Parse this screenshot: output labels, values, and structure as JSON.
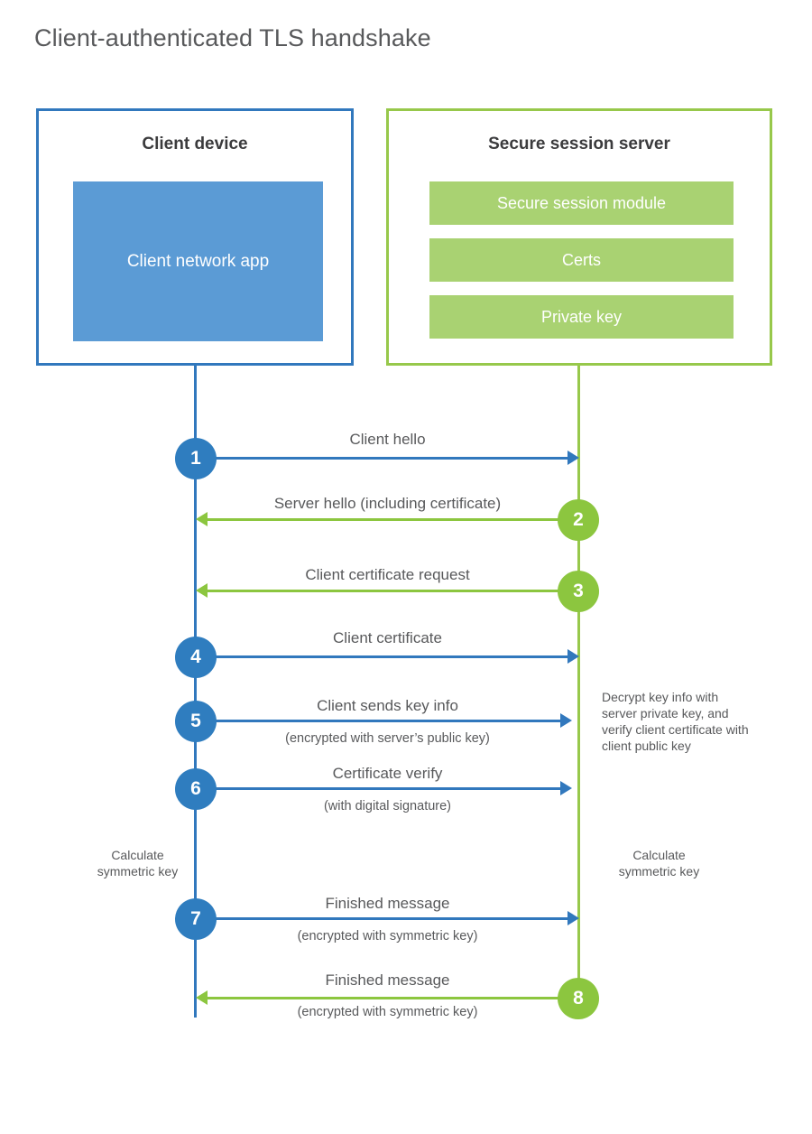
{
  "title": "Client-authenticated TLS handshake",
  "colors": {
    "client_blue": "#3178bd",
    "client_circle_blue": "#2f7dbf",
    "client_app_fill": "#5b9bd5",
    "server_green": "#97c84b",
    "server_arrow_green": "#8cc63f",
    "server_module_fill": "#a9d272",
    "text_gray": "#58595b",
    "background": "#ffffff"
  },
  "actors": {
    "client": {
      "title": "Client device",
      "components": [
        {
          "label": "Client network app"
        }
      ]
    },
    "server": {
      "title": "Secure session server",
      "components": [
        {
          "label": "Secure session module"
        },
        {
          "label": "Certs"
        },
        {
          "label": "Private key"
        }
      ]
    }
  },
  "chart_data": {
    "type": "sequence-diagram",
    "title": "Client-authenticated TLS handshake",
    "participants": [
      "Client device",
      "Secure session server"
    ],
    "steps": [
      {
        "number": "1",
        "label": "Client hello",
        "sublabel": "",
        "direction": "client-to-server",
        "origin": "client"
      },
      {
        "number": "2",
        "label": "Server hello (including certificate)",
        "sublabel": "",
        "direction": "server-to-client",
        "origin": "server"
      },
      {
        "number": "3",
        "label": "Client certificate request",
        "sublabel": "",
        "direction": "server-to-client",
        "origin": "server"
      },
      {
        "number": "4",
        "label": "Client certificate",
        "sublabel": "",
        "direction": "client-to-server",
        "origin": "client"
      },
      {
        "number": "5",
        "label": "Client sends key info",
        "sublabel": "(encrypted with server’s public key)",
        "direction": "client-to-server",
        "origin": "client"
      },
      {
        "number": "6",
        "label": "Certificate verify",
        "sublabel": "(with digital signature)",
        "direction": "client-to-server",
        "origin": "client"
      },
      {
        "number": "7",
        "label": "Finished message",
        "sublabel": "(encrypted with symmetric key)",
        "direction": "client-to-server",
        "origin": "client"
      },
      {
        "number": "8",
        "label": "Finished message",
        "sublabel": "(encrypted with symmetric key)",
        "direction": "server-to-client",
        "origin": "server"
      }
    ],
    "notes": [
      {
        "id": "server-decrypt-note",
        "side": "server",
        "text": "Decrypt key info with server private key, and verify client certificate with client public key"
      },
      {
        "id": "client-calc-note",
        "side": "client",
        "text": "Calculate symmetric key"
      },
      {
        "id": "server-calc-note",
        "side": "server",
        "text": "Calculate symmetric key"
      }
    ]
  },
  "notes": {
    "server_decrypt": "Decrypt key info with server private key, and verify client certificate with client public key",
    "client_calculate": "Calculate symmetric key",
    "server_calculate": "Calculate symmetric key"
  }
}
